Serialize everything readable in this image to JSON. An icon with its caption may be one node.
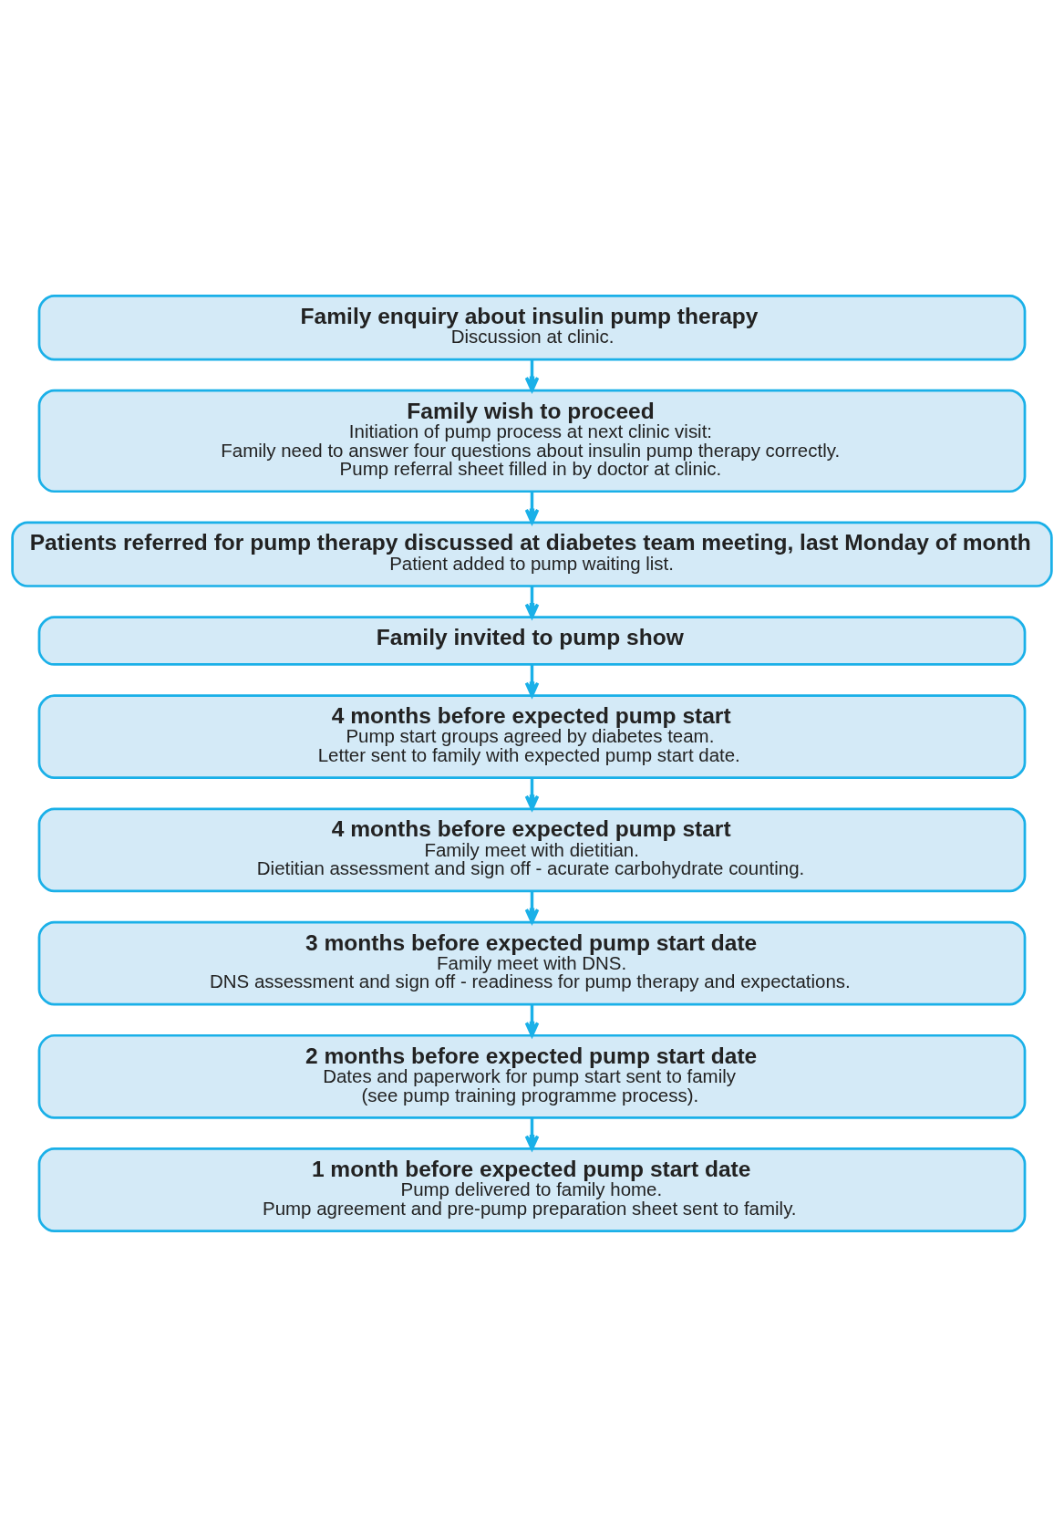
{
  "diagram": {
    "nodes": [
      {
        "text": [
          "Family enquiry about insulin pump therapy",
          "Discussion at clinic."
        ]
      },
      {
        "text": [
          "Family wish to proceed",
          "Initiation of pump process at next clinic visit:",
          "Family need to answer four questions about insulin pump therapy correctly.",
          "Pump referral sheet filled in by doctor at clinic."
        ]
      },
      {
        "text": [
          "Patients referred for pump therapy discussed at diabetes team meeting, last Monday of month",
          "Patient added to pump waiting list."
        ]
      },
      {
        "text": [
          "Family invited to pump show"
        ]
      },
      {
        "text": [
          "4 months before expected pump start",
          "Pump start groups agreed by diabetes team.",
          "Letter sent to family with expected pump start date."
        ]
      },
      {
        "text": [
          "4 months before expected pump start",
          "Family meet with dietitian.",
          "Dietitian assessment and sign off - acurate carbohydrate counting."
        ]
      },
      {
        "text": [
          "3 months before expected pump start date",
          "Family meet with DNS.",
          "DNS assessment and sign off - readiness for pump therapy and expectations."
        ]
      },
      {
        "text": [
          "2 months before expected pump start date",
          "Dates and paperwork for pump start sent to family",
          "(see pump training programme process)."
        ]
      },
      {
        "text": [
          "1 month before expected pump start date",
          "Pump delivered to family home.",
          "Pump agreement and pre-pump preparation sheet sent to family."
        ]
      }
    ],
    "edges": [
      {
        "from": 0,
        "to": 1,
        "arrow": "to"
      },
      {
        "from": 1,
        "to": 2,
        "arrow": "to"
      },
      {
        "from": 2,
        "to": 3,
        "arrow": "to"
      },
      {
        "from": 3,
        "to": 4,
        "arrow": "to"
      },
      {
        "from": 4,
        "to": 5,
        "arrow": "to"
      },
      {
        "from": 5,
        "to": 6,
        "arrow": "to"
      },
      {
        "from": 6,
        "to": 7,
        "arrow": "to"
      },
      {
        "from": 7,
        "to": 8,
        "arrow": "to"
      }
    ]
  }
}
